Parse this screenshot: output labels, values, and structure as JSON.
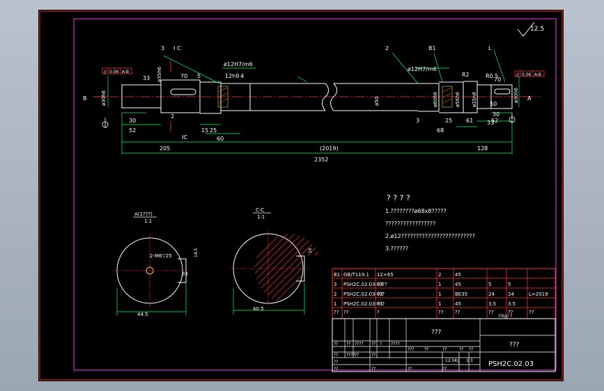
{
  "drawing": {
    "roughness": "12.5",
    "leaders": {
      "n3": "3",
      "n2": "2",
      "nB1": "B1",
      "nL": "L",
      "nIC_top": "I C",
      "nIC_bot": "IC",
      "nB": "B",
      "nA": "A"
    },
    "fits": {
      "left": "ø12H7/m6",
      "right": "ø12H7/m6"
    },
    "small": {
      "key12": "12h9",
      "four": "4",
      "two": "2",
      "three": "3",
      "seventy": "70",
      "five": "5",
      "thirtythree": "33",
      "r2": "R2",
      "r05": "R0.5",
      "d33": "33"
    },
    "dims": {
      "d30": "30",
      "d52": "52",
      "d15": "15",
      "d25": "25",
      "d60": "60",
      "d205": "205",
      "d2019": "(2019)",
      "d2352": "2352",
      "d3": "3",
      "d25r": "25",
      "d68": "68",
      "d61": "61",
      "d52r": "52",
      "d128": "128",
      "d30r": "30",
      "d70r": "70",
      "d50r": "50"
    },
    "diams": {
      "d_left": "ø30h6",
      "d_left2": "ø35h6",
      "d_mid": "ø50",
      "d_r1": "ø60h6",
      "d_r2": "ø56h6",
      "d_r3": "ø35h6",
      "d_right": "ø30h6"
    },
    "tolerance_left": [
      "//",
      "0.06",
      "A-B"
    ],
    "tolerance_right": [
      "//",
      "0.06",
      "A-B"
    ],
    "sectionA": {
      "title": "A(1???)",
      "scale": "1:1",
      "thread": "2-M6▽25",
      "keydepth": "14.5",
      "d33": "33",
      "width": "44.5"
    },
    "sectionC": {
      "title": "C-C",
      "scale": "1:1",
      "keydepth": "16",
      "width": "40.5"
    }
  },
  "notes": {
    "heading": "? ? ? ?",
    "lines": [
      "1.????????ø68x8?????",
      "  ?????????????????",
      "2.ø12?????????????????????????",
      "3.??????"
    ]
  },
  "bom": {
    "rows": [
      [
        "B1",
        "GB/T119.1",
        "12×65",
        "2",
        "45",
        "",
        "",
        ""
      ],
      [
        "3",
        "PSH2C.02.03-03",
        "????",
        "1",
        "45",
        "5",
        "5",
        ""
      ],
      [
        "2",
        "PSH2C.02.03-02",
        "???",
        "1",
        "BE35",
        "24",
        "24",
        "L=2019"
      ],
      [
        "1",
        "PSH2C.02.03-01",
        "???",
        "1",
        "45",
        "3.5",
        "3.5",
        ""
      ]
    ],
    "header": [
      "??",
      "??",
      "?",
      "??",
      "??",
      "??",
      "??",
      "??"
    ],
    "header_sub": "?(kg) ?"
  },
  "titleblock": {
    "name1": "???",
    "name2": "???",
    "mass": "12.5Kg",
    "scale": "1:3",
    "code": "PSH2C.02.03",
    "cells": [
      "??",
      "??",
      "????",
      "??",
      "?",
      "????",
      "???",
      "??",
      "??",
      "??",
      "??",
      "??",
      "????",
      "??",
      "??",
      "??",
      "??",
      "??",
      "??",
      "??"
    ]
  }
}
